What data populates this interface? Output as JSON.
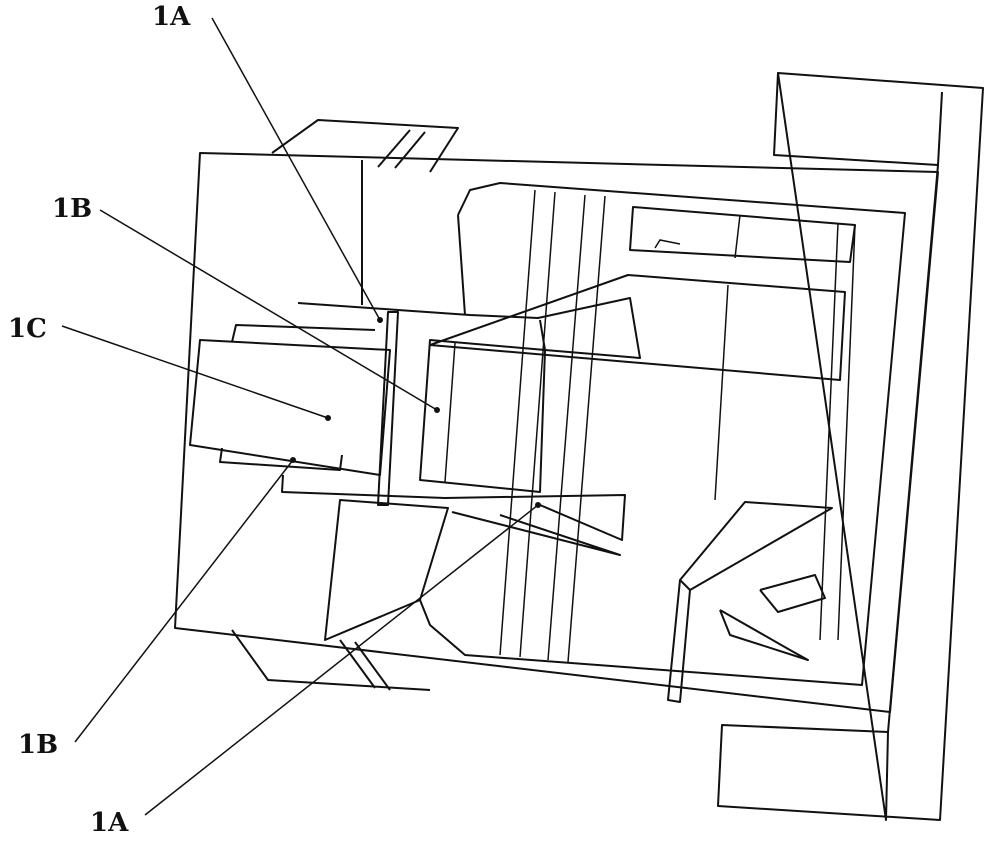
{
  "labels": [
    {
      "id": "top-1a",
      "text": "1A"
    },
    {
      "id": "top-1b",
      "text": "1B"
    },
    {
      "id": "mid-1c",
      "text": "1C"
    },
    {
      "id": "bottom-1b",
      "text": "1B"
    },
    {
      "id": "bottom-1a",
      "text": "1A"
    }
  ],
  "colors": {
    "stroke": "#111111",
    "background": "#ffffff"
  }
}
